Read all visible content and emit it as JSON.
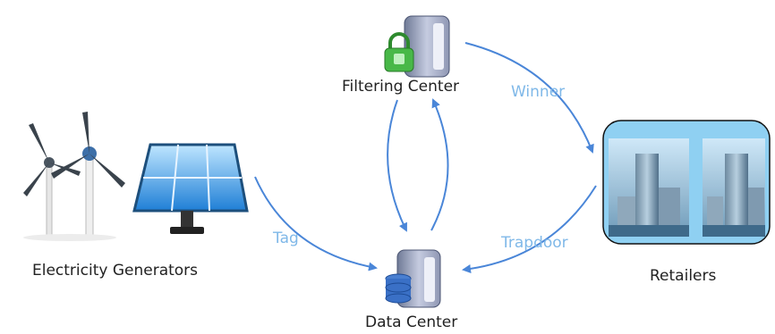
{
  "nodes": {
    "generators": {
      "label": "Electricity Generators"
    },
    "filtering": {
      "label": "Filtering Center"
    },
    "data": {
      "label": "Data Center"
    },
    "retailers": {
      "label": "Retailers"
    }
  },
  "edges": {
    "tag": {
      "label": "Tag"
    },
    "winner": {
      "label": "Winner"
    },
    "trapdoor": {
      "label": "Trapdoor"
    }
  },
  "colors": {
    "arrow": "#4a86d8",
    "edge_label": "#7fb8e8",
    "retailer_box": "#8fd0f2"
  }
}
